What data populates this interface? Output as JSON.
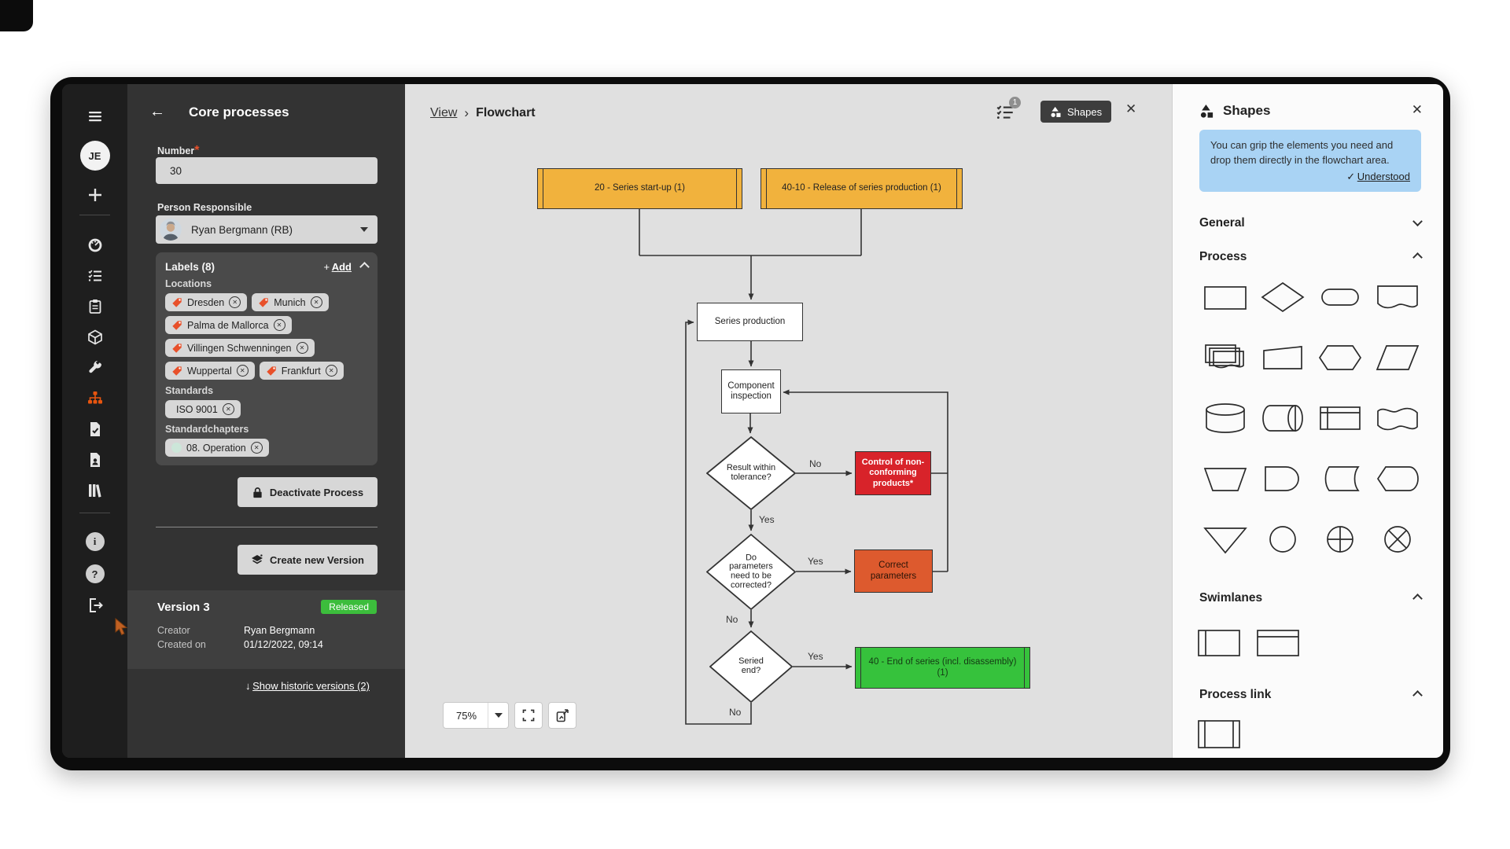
{
  "sidebar": {
    "avatar_initials": "JE"
  },
  "process_panel": {
    "title": "Core processes",
    "fields": {
      "number_label": "Number",
      "number_value": "30",
      "person_label": "Person Responsible",
      "person_value": "Ryan Bergmann (RB)"
    },
    "labels_card": {
      "title": "Labels (8)",
      "add_label": "Add",
      "locations_label": "Locations",
      "location_tags": [
        "Dresden",
        "Munich",
        "Palma de Mallorca",
        "Villingen Schwenningen",
        "Wuppertal",
        "Frankfurt"
      ],
      "standards_label": "Standards",
      "standard_tags": [
        "ISO 9001"
      ],
      "chapters_label": "Standardchapters",
      "chapter_tags": [
        "08. Operation"
      ]
    },
    "deactivate_button": "Deactivate Process",
    "create_version_button": "Create new Version",
    "version": {
      "title": "Version 3",
      "badge": "Released",
      "creator_label": "Creator",
      "creator_value": "Ryan Bergmann",
      "created_label": "Created on",
      "created_value": "01/12/2022, 09:14"
    },
    "history_link": "Show historic versions (2)"
  },
  "canvas": {
    "breadcrumb": {
      "view": "View",
      "current": "Flowchart"
    },
    "notifications_badge": "1",
    "shapes_button": "Shapes",
    "zoom_level": "75%",
    "flowchart": {
      "subprocess_top_left": "20 - Series start-up (1)",
      "subprocess_top_right": "40-10 - Release of series production (1)",
      "series_production": "Series production",
      "component_inspection": "Component inspection",
      "decision_tolerance": "Result within tolerance?",
      "control_products": "Control of non-conforming products*",
      "decision_parameters": "Do parameters need to be corrected?",
      "correct_parameters": "Correct parameters",
      "decision_series_end": "Seried end?",
      "subprocess_end": "40 - End of series (incl. disassembly) (1)",
      "yes_label": "Yes",
      "no_label": "No"
    }
  },
  "shapes_panel": {
    "title": "Shapes",
    "info": {
      "text": "You can grip the elements you need and drop them directly in the flowchart area.",
      "action": "Understood"
    },
    "sections": {
      "general": "General",
      "process": "Process",
      "swimlanes": "Swimlanes",
      "process_link": "Process link"
    }
  },
  "colors": {
    "accent_orange": "#e8550f",
    "node_amber": "#f1b23d",
    "node_red": "#d8232a",
    "node_orange": "#dd5a2e",
    "node_green": "#36c23c",
    "released_green": "#3cbd3c",
    "info_blue": "#a9d3f4"
  }
}
